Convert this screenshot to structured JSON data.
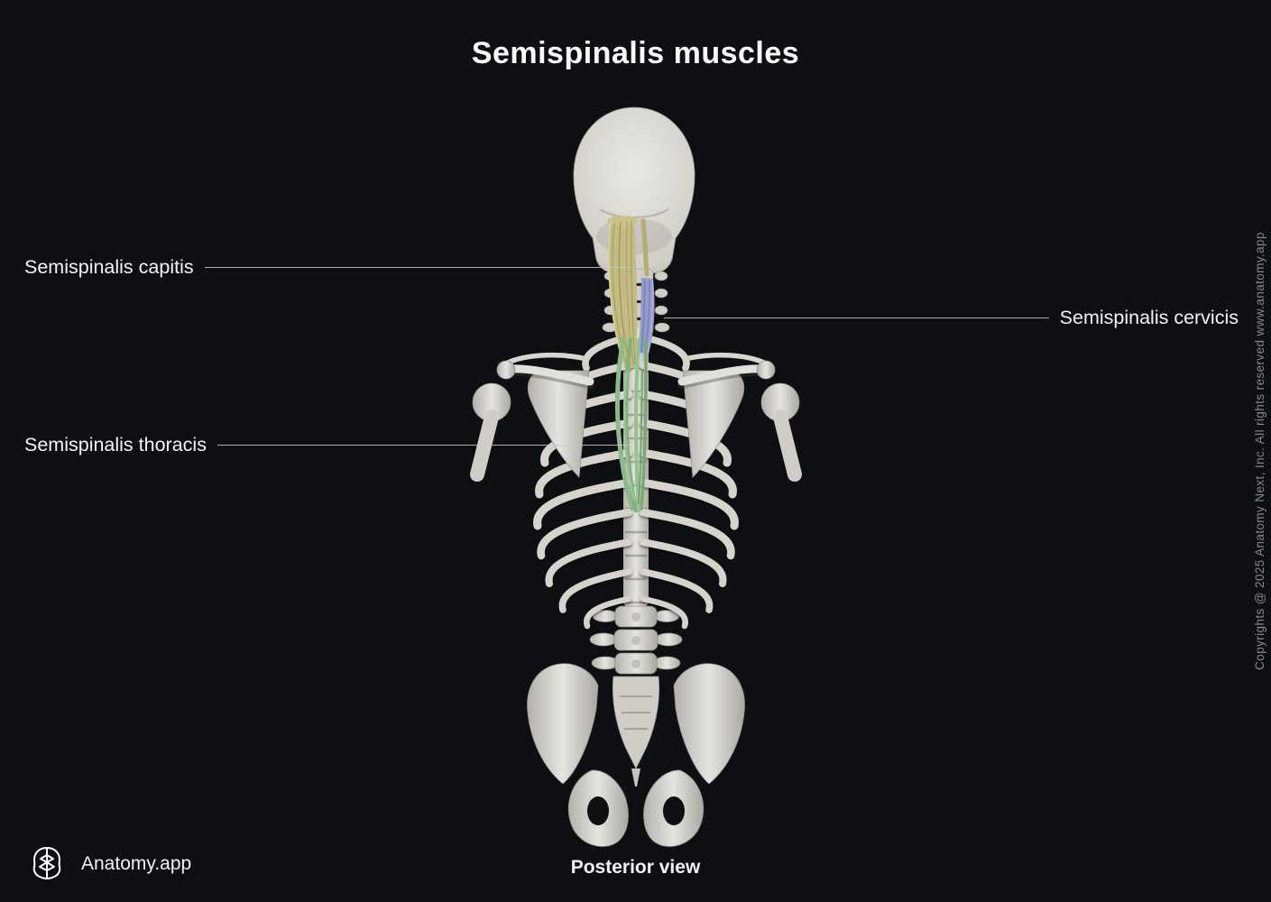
{
  "title": "Semispinalis muscles",
  "caption": "Posterior view",
  "brand": {
    "name": "Anatomy.app"
  },
  "copyright": "Copyrights @ 2025 Anatomy Next, Inc. All rights reserved www.anatomy.app",
  "labels": {
    "capitis": {
      "text": "Semispinalis capitis",
      "side": "left"
    },
    "cervicis": {
      "text": "Semispinalis cervicis",
      "side": "right"
    },
    "thoracis": {
      "text": "Semispinalis thoracis",
      "side": "left"
    }
  },
  "icons": {
    "brand_logo": "brain-icon"
  },
  "colors": {
    "background": "#0d0f12",
    "text": "#f4f4f4",
    "bone": "#d5d3cc",
    "muscle_capitis": "#c2bb83",
    "muscle_cervicis": "#929bcb",
    "muscle_thoracis": "#8cba89",
    "leader_line": "#c9c9c9",
    "copyright_text": "#84878c"
  }
}
